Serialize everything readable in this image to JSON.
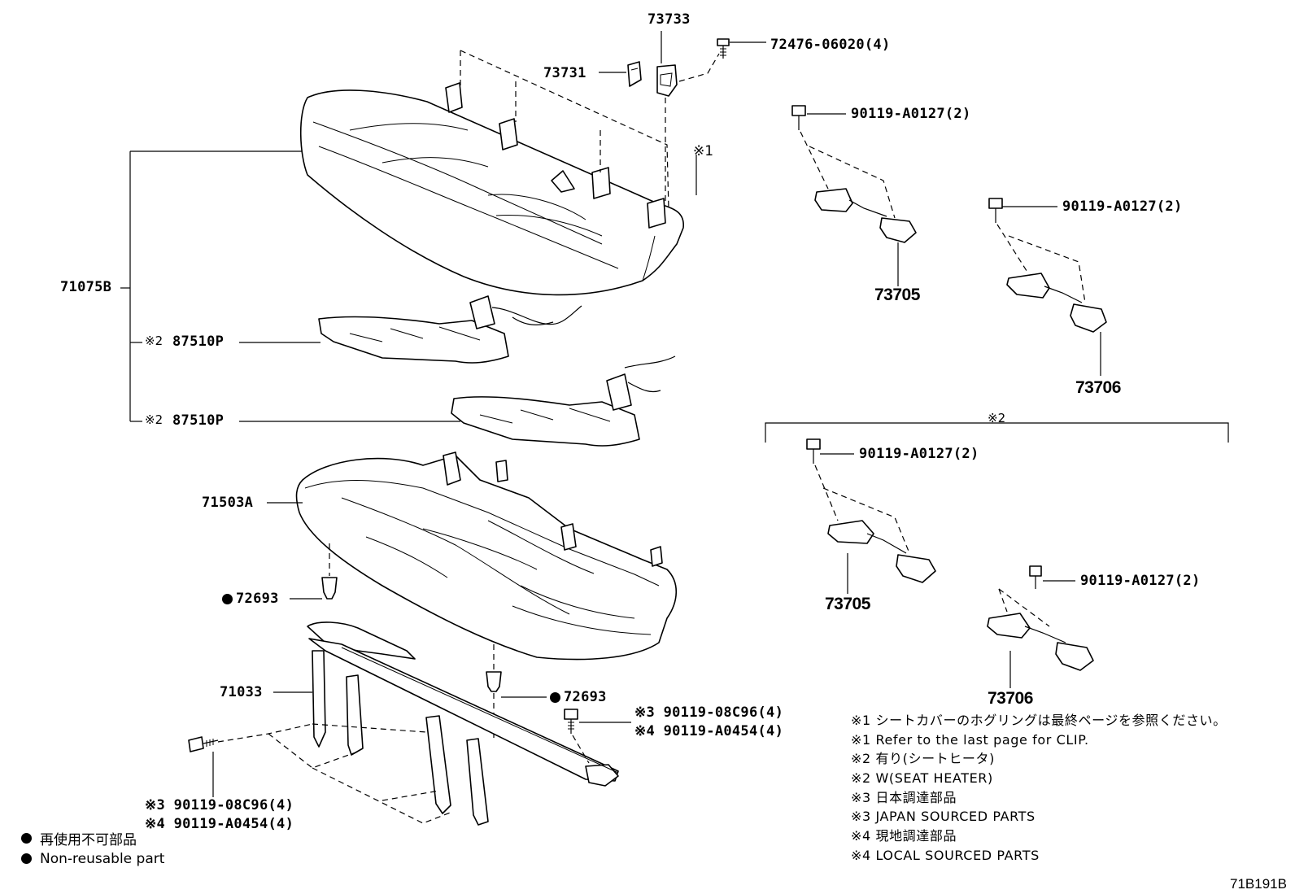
{
  "diagram_id": "71B191B",
  "parts": {
    "p73733": "73733",
    "p73731": "73731",
    "p72476": "72476-06020(4)",
    "note1_mark": "※1",
    "p71075B": "71075B",
    "p87510P_a": "87510P",
    "p87510P_b": "87510P",
    "note2_mark_a": "※2",
    "note2_mark_b": "※2",
    "p71503A": "71503A",
    "p72693_a": "72693",
    "p72693_b": "72693",
    "p71033": "71033",
    "bolt_right_3": "※3 90119-08C96(4)",
    "bolt_right_4": "※4 90119-A0454(4)",
    "bolt_left_3": "※3 90119-08C96(4)",
    "bolt_left_4": "※4 90119-A0454(4)",
    "bolt_hinge_1": "90119-A0127(2)",
    "bolt_hinge_2": "90119-A0127(2)",
    "bolt_hinge_3": "90119-A0127(2)",
    "bolt_hinge_4": "90119-A0127(2)",
    "p73705_a": "73705",
    "p73706_a": "73706",
    "p73705_b": "73705",
    "p73706_b": "73706",
    "heater_group_mark": "※2"
  },
  "notes": [
    "※1 シートカバーのホグリングは最終ページを参照ください。",
    "※1 Refer to the last page for CLIP.",
    "※2 有り(シートヒータ)",
    "※2 W(SEAT HEATER)",
    "※3 日本調達部品",
    "※3 JAPAN SOURCED PARTS",
    "※4 現地調達部品",
    "※4 LOCAL SOURCED PARTS"
  ],
  "legend": [
    "再使用不可部品",
    "Non-reusable part"
  ]
}
